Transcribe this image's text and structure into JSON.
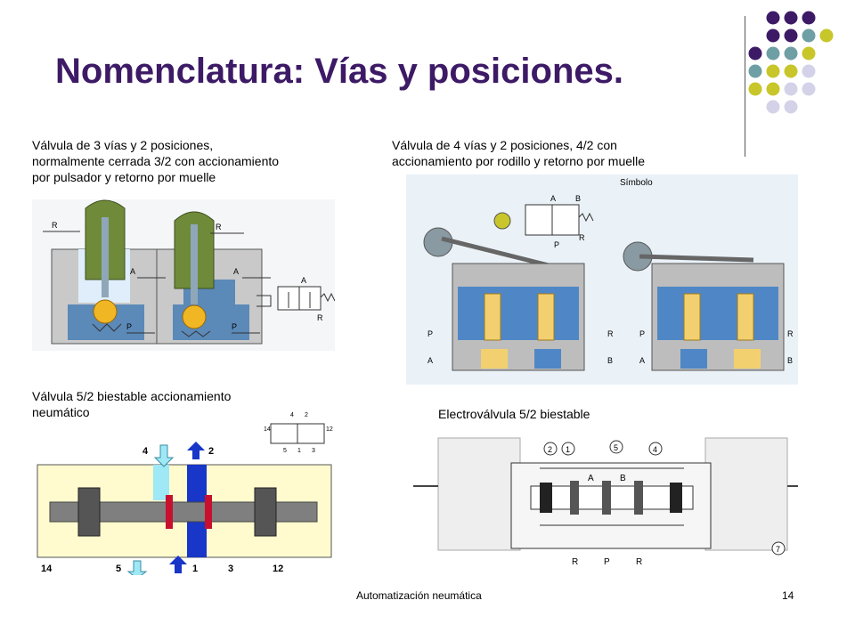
{
  "slide": {
    "title": "Nomenclatura: Vías y posiciones.",
    "accent_colors": {
      "purple": "#3d1a66",
      "teal": "#6e9fa5",
      "olive": "#c8c62a",
      "lavender": "#d4d2e8"
    }
  },
  "captions": {
    "valve_3_2": [
      "Válvula de 3 vías y 2 posiciones,",
      "normalmente cerrada 3/2 con accionamiento",
      "por pulsador y retorno por muelle"
    ],
    "valve_4_2": [
      "Válvula de 4 vías y 2 posiciones, 4/2 con",
      "accionamiento por rodillo y retorno por muelle"
    ],
    "valve_5_2_pneumatic": [
      "Válvula 5/2 biestable accionamiento",
      "neumático"
    ],
    "solenoid_5_2": "Electroválvula 5/2 biestable"
  },
  "diagram_labels": {
    "d1": {
      "R": "R",
      "A": "A",
      "P": "P"
    },
    "d2": {
      "simbolo": "Símbolo",
      "A": "A",
      "B": "B",
      "P": "P",
      "R": "R"
    },
    "d3": {
      "p4": "4",
      "p2": "2",
      "p14": "14",
      "p5": "5",
      "p1": "1",
      "p3": "3",
      "p12": "12"
    },
    "d4": {
      "n2": "2",
      "n1": "1",
      "n5": "5",
      "n4": "4",
      "n7": "7",
      "A": "A",
      "B": "B",
      "R": "R",
      "P": "P"
    }
  },
  "footer": {
    "text": "Automatización neumática",
    "page": "14"
  }
}
